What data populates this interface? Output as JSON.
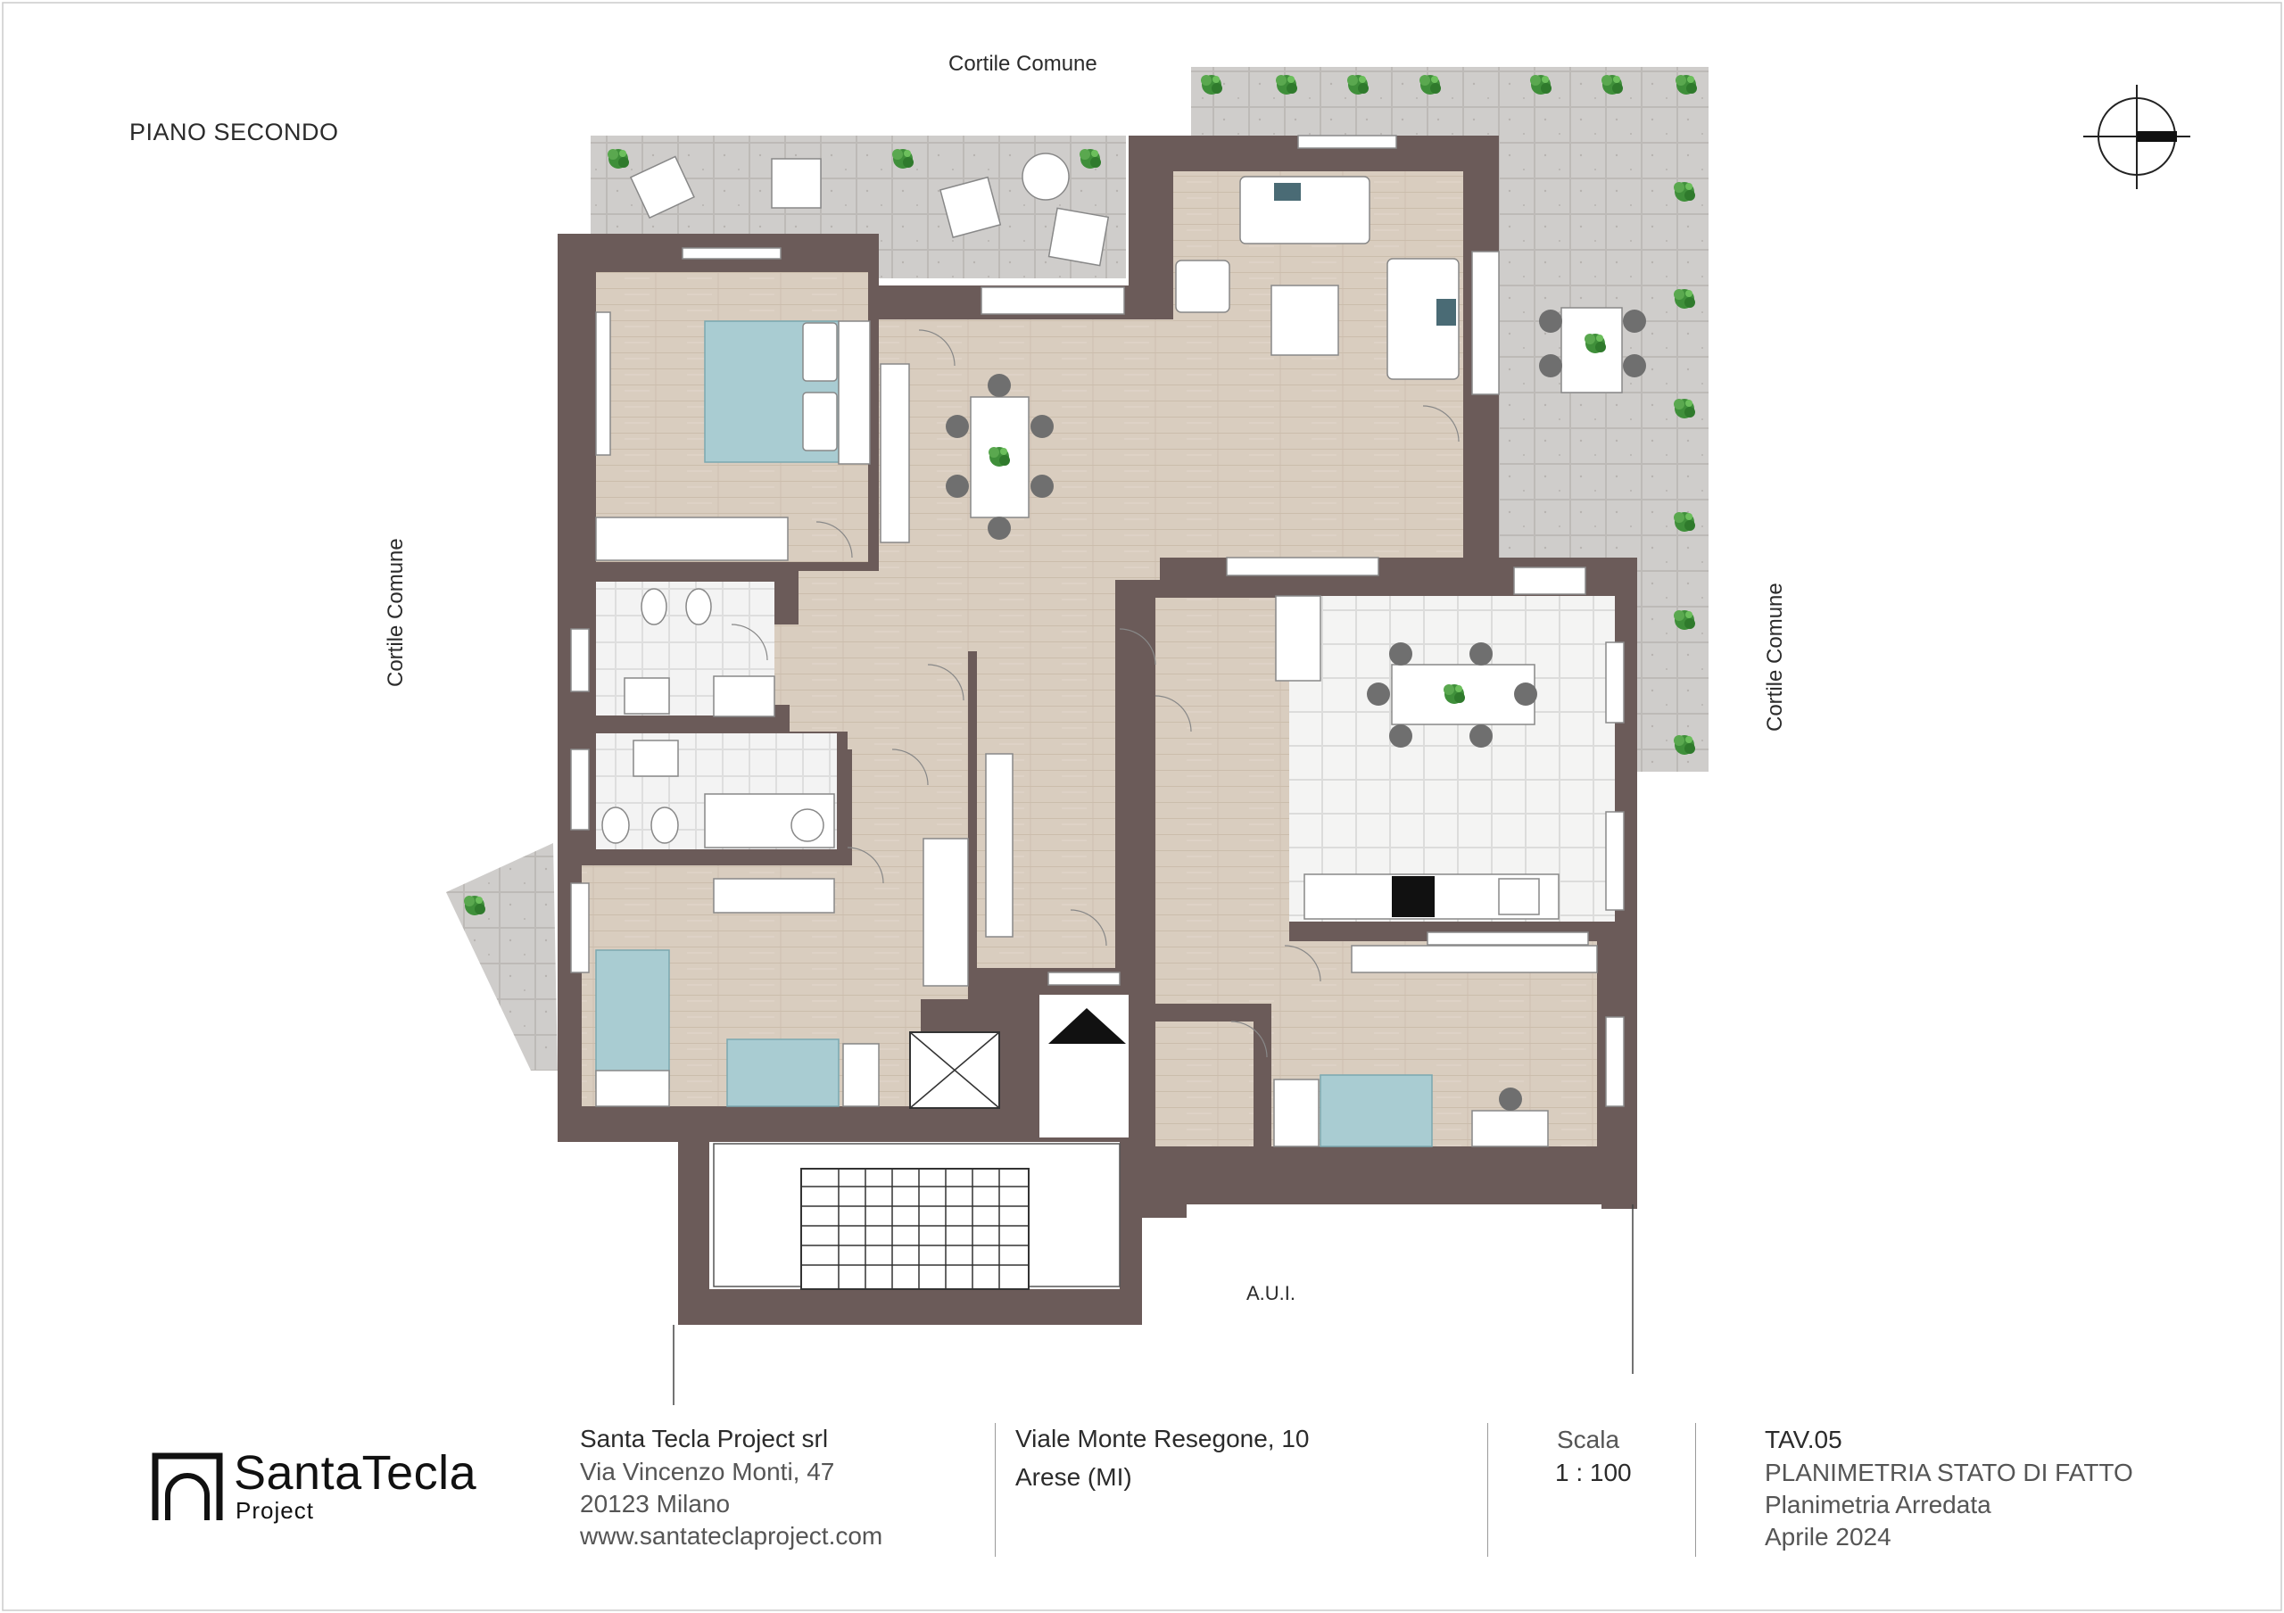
{
  "labels": {
    "floor": "PIANO SECONDO",
    "courtyard": "Cortile Comune",
    "aui": "A.U.I."
  },
  "title_block": {
    "logo_name": "SantaTecla",
    "logo_sub": "Project",
    "company": "Santa Tecla Project srl",
    "address_1": "Via Vincenzo Monti, 47",
    "address_2": "20123 Milano",
    "website": "www.santateclaproject.com",
    "site_1": "Viale Monte Resegone, 10",
    "site_2": "Arese (MI)",
    "scale_label": "Scala",
    "scale_value": "1 : 100",
    "sheet_code": "TAV.05",
    "sheet_title": "PLANIMETRIA STATO DI FATTO",
    "sheet_subtitle": "Planimetria Arredata",
    "date": "Aprile 2024"
  },
  "colors": {
    "wall": "#6b5b59",
    "wood": "#d9cdbf",
    "terrace": "#cfcdcb",
    "tile": "#f4f4f3",
    "bed": "#a9ccd2",
    "chair": "#6f6f6f",
    "plant": "#3f8f3a"
  }
}
